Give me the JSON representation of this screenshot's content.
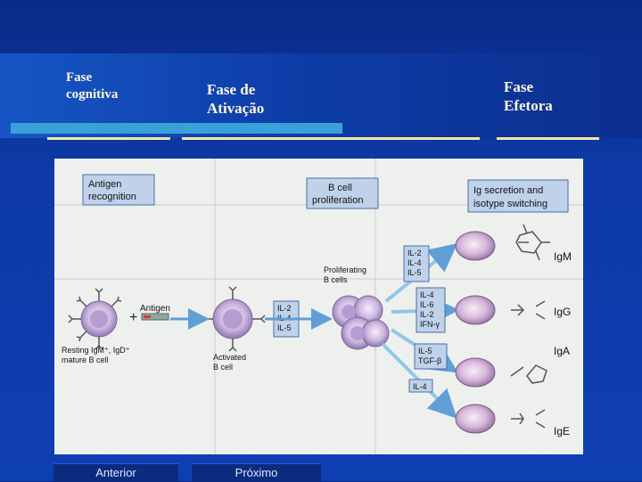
{
  "phases": {
    "cognitive": [
      "Fase",
      "cognitiva"
    ],
    "activation": [
      "Fase de",
      "Ativação"
    ],
    "effector": [
      "Fase",
      "Efetora"
    ]
  },
  "diagram": {
    "headers": {
      "antigen_recognition": [
        "Antigen",
        "recognition"
      ],
      "b_cell_proliferation": [
        "B cell",
        "proliferation"
      ],
      "ig_secretion": [
        "Ig secretion and",
        "isotype switching"
      ]
    },
    "resting_label": [
      "Resting IgM⁺, IgD⁺",
      "mature B cell"
    ],
    "antigen_label": "Antigen",
    "activated_label": [
      "Activated",
      "B cell"
    ],
    "proliferating_label": [
      "Proliferating",
      "B cells"
    ],
    "cytokine_boxes": {
      "activation": [
        "IL-2",
        "IL-4",
        "IL-5"
      ],
      "igm": [
        "IL-2",
        "IL-4",
        "IL-5"
      ],
      "igg": [
        "IL-4",
        "IL-6",
        "IL-2",
        "IFN-γ"
      ],
      "iga": [
        "IL-5",
        "TGF-β"
      ],
      "ige": [
        "IL-4"
      ]
    },
    "isotypes": [
      "IgM",
      "IgG",
      "IgA",
      "IgE"
    ]
  },
  "nav": {
    "prev": "Anterior",
    "next": "Próximo"
  },
  "colors": {
    "accent_yellow": "#f4e7a6",
    "arrow_blue": "#8fc6ea",
    "box_fill": "#bfd2ea"
  }
}
